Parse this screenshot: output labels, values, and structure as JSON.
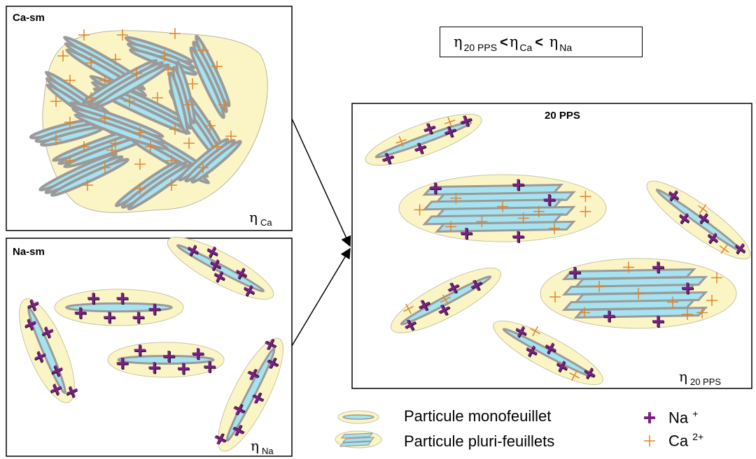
{
  "panels": {
    "ca": {
      "title": "Ca-sm",
      "eta_symbol": "η",
      "eta_sub": "Ca"
    },
    "na": {
      "title": "Na-sm",
      "eta_symbol": "η",
      "eta_sub": "Na"
    },
    "pps": {
      "title": "20 PPS",
      "eta_symbol": "η",
      "eta_sub": "20 PPS"
    }
  },
  "relation": {
    "eta": "η",
    "sub1": "20 PPS",
    "lt": "<",
    "sub2": "Ca",
    "sub3": "Na"
  },
  "legend": {
    "mono_label": "Particule monofeuillet",
    "multi_label": "Particule pluri-feuillets",
    "na_label": "Na",
    "na_charge": "+",
    "ca_label": "Ca",
    "ca_charge": "2+"
  },
  "colors": {
    "na_ion": "#7a1f84",
    "ca_ion": "#e0832a",
    "sheet_fill": "#a6e3f0",
    "sheet_edge": "#9a9a9a",
    "halo": "#fbf5c6"
  }
}
